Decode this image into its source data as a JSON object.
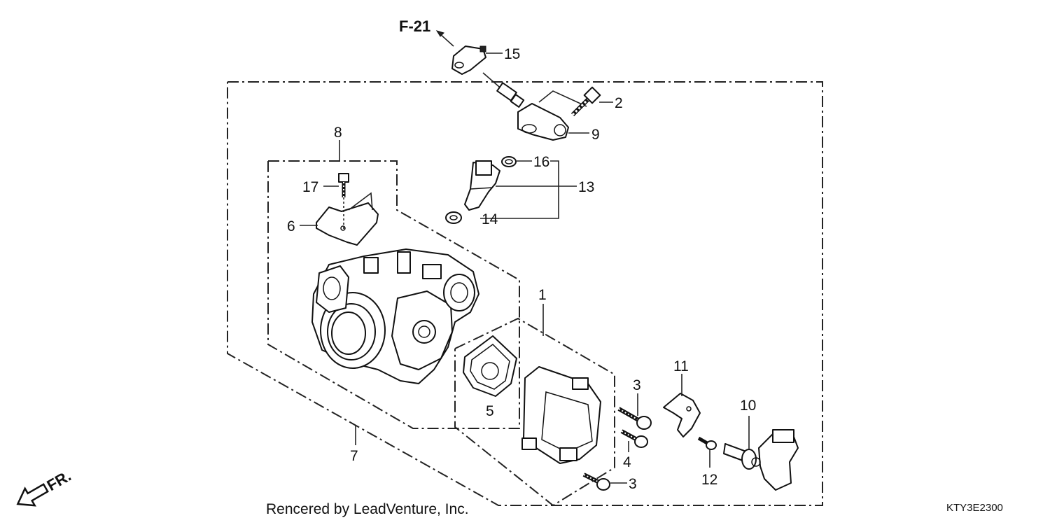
{
  "ref": {
    "label": "F-21"
  },
  "callouts": {
    "c1": "1",
    "c2": "2",
    "c3a": "3",
    "c3b": "3",
    "c4": "4",
    "c5": "5",
    "c6": "6",
    "c7": "7",
    "c8": "8",
    "c9": "9",
    "c10": "10",
    "c11": "11",
    "c12": "12",
    "c13": "13",
    "c14": "14",
    "c15": "15",
    "c16": "16",
    "c17": "17"
  },
  "front_arrow": {
    "label": "FR."
  },
  "footer": {
    "credit": "Rencered by LeadVenture, Inc.",
    "diagram_code": "KTY3E2300"
  },
  "colors": {
    "line": "#222222",
    "background": "#ffffff"
  }
}
